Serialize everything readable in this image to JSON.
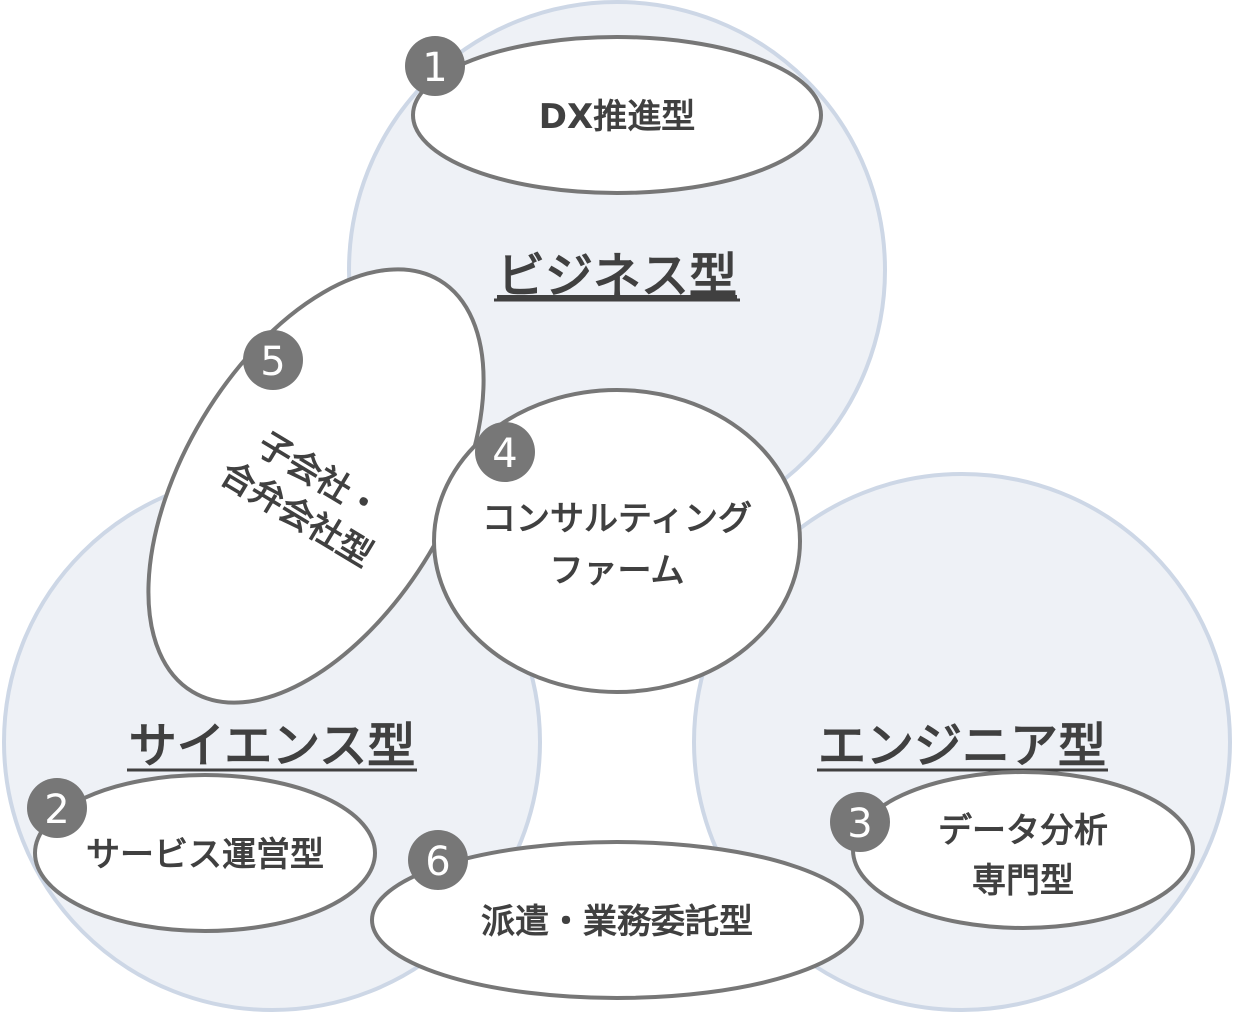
{
  "categories": {
    "business": "ビジネス型",
    "science": "サイエンス型",
    "engineer": "エンジニア型"
  },
  "types": [
    {
      "num": "1",
      "lines": [
        "DX推進型"
      ]
    },
    {
      "num": "2",
      "lines": [
        "サービス運営型"
      ]
    },
    {
      "num": "3",
      "lines": [
        "データ分析",
        "専門型"
      ]
    },
    {
      "num": "4",
      "lines": [
        "コンサルティング",
        "ファーム"
      ]
    },
    {
      "num": "5",
      "lines": [
        "子会社・",
        "合弁会社型"
      ]
    },
    {
      "num": "6",
      "lines": [
        "派遣・業務委託型"
      ]
    }
  ],
  "colors": {
    "circle_fill": "#eef1f6",
    "circle_stroke": "#cdd7e6",
    "ellipse_stroke": "#777777",
    "text": "#404040"
  }
}
